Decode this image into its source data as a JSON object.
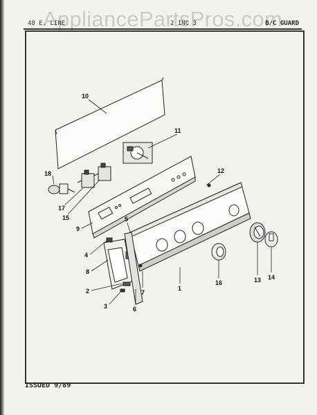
{
  "watermark": "AppliancePartsPros.com",
  "header": {
    "left": "48 E. LINE",
    "mid": "2 INC 3",
    "right": "B/C GUARD"
  },
  "footer": {
    "issued": "ISSUED 9/89"
  },
  "callouts": {
    "c1": "1",
    "c2": "2",
    "c3": "3",
    "c4": "4",
    "c5": "5",
    "c6": "6",
    "c7": "7",
    "c8": "8",
    "c9": "9",
    "c10": "10",
    "c11": "11",
    "c12": "12",
    "c13": "13",
    "c14": "14",
    "c15": "15",
    "c16": "16",
    "c17": "17",
    "c18": "18"
  }
}
